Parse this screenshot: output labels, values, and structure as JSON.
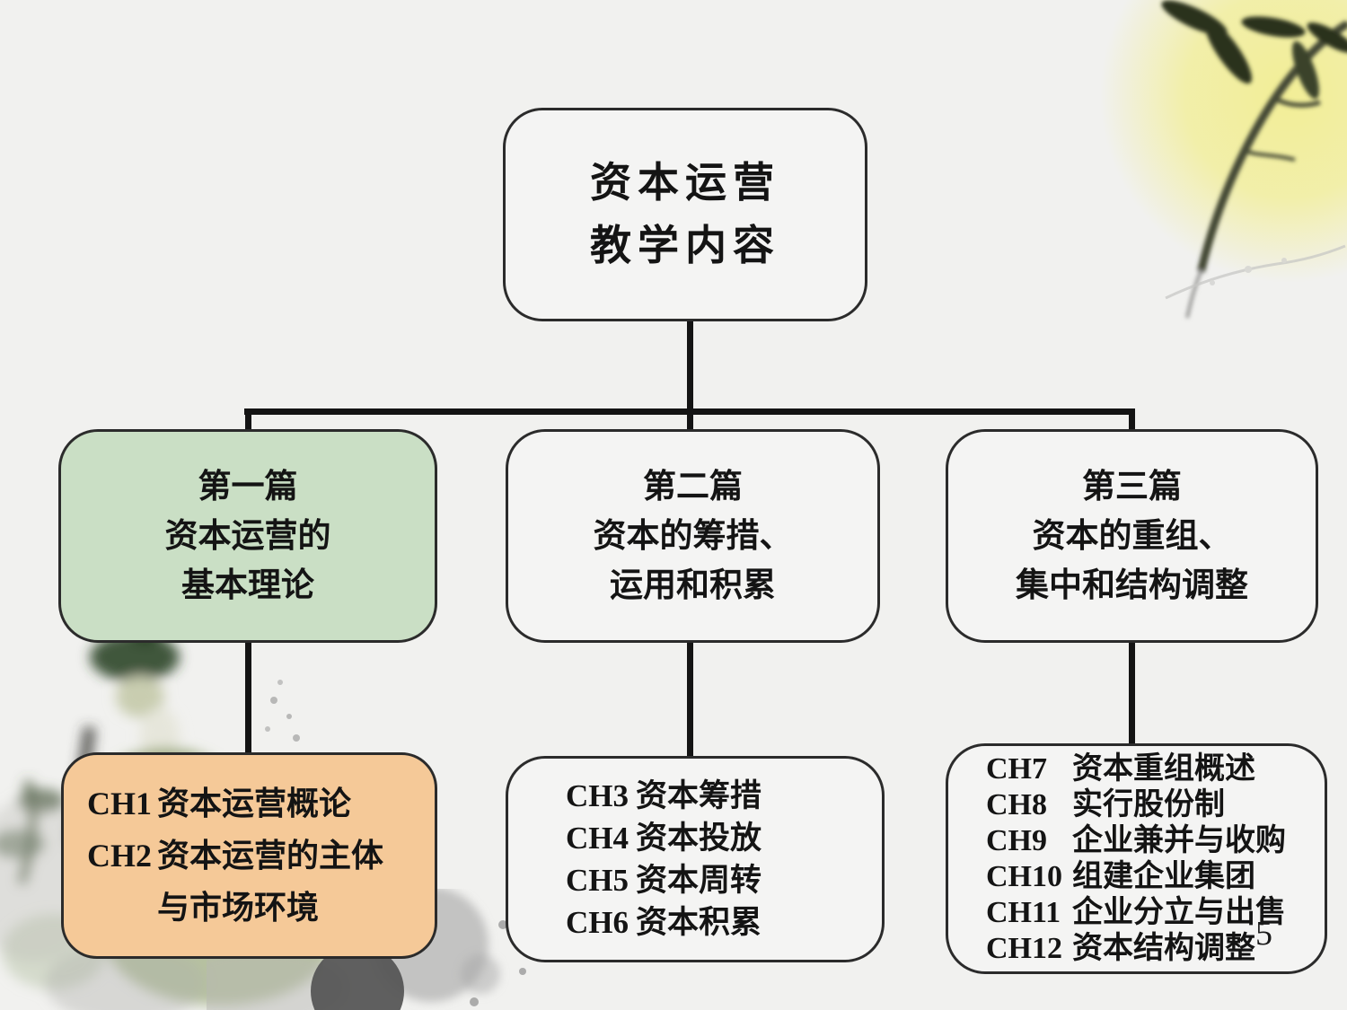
{
  "slide": {
    "page_number": "5",
    "root_box": {
      "line1": "资本运营",
      "line2": "教学内容"
    },
    "sections": [
      {
        "title": {
          "line1": "第一篇",
          "line2": "资本运营的",
          "line3": "基本理论"
        },
        "chapters": [
          {
            "code": "CH1",
            "title": "资本运营概论"
          },
          {
            "code": "CH2",
            "title": "资本运营的主体"
          },
          {
            "code": "",
            "title": "与市场环境"
          }
        ]
      },
      {
        "title": {
          "line1": "第二篇",
          "line2": "资本的筹措、",
          "line3": "运用和积累"
        },
        "chapters": [
          {
            "code": "CH3",
            "title": "资本筹措"
          },
          {
            "code": "CH4",
            "title": "资本投放"
          },
          {
            "code": "CH5",
            "title": "资本周转"
          },
          {
            "code": "CH6",
            "title": "资本积累"
          }
        ]
      },
      {
        "title": {
          "line1": "第三篇",
          "line2": "资本的重组、",
          "line3": "集中和结构调整"
        },
        "chapters": [
          {
            "code": "CH7",
            "title": "资本重组概述"
          },
          {
            "code": "CH8",
            "title": "实行股份制"
          },
          {
            "code": "CH9",
            "title": "企业兼并与收购"
          },
          {
            "code": "CH10",
            "title": "组建企业集团"
          },
          {
            "code": "CH11",
            "title": "企业分立与出售"
          },
          {
            "code": "CH12",
            "title": "资本结构调整"
          }
        ]
      }
    ],
    "decorations": [
      "moon-glow",
      "bamboo-branch",
      "ink-scholar-figure",
      "ink-splatter"
    ],
    "colors": {
      "background": "#f1f1ef",
      "box_fill": "#f4f4f3",
      "green_fill": "#cadfc5",
      "orange_fill": "#f5c998",
      "border": "#2b2b2b",
      "connector": "#141414",
      "moon": "#f2ee92"
    }
  }
}
